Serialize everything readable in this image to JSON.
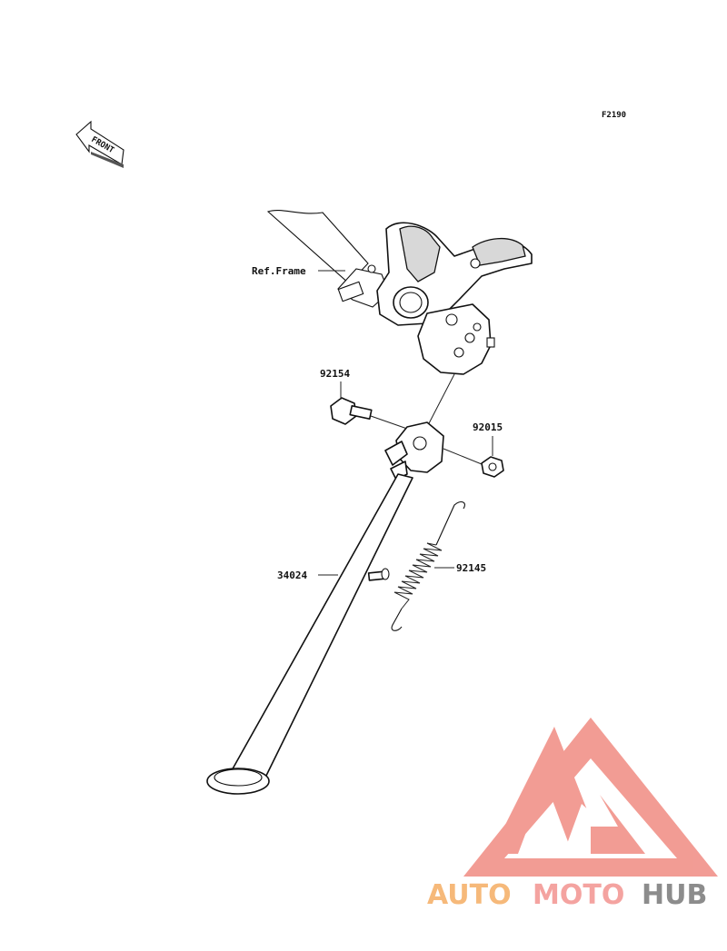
{
  "diagram": {
    "figure_code": "F2190",
    "front_arrow_label": "FRONT",
    "ref_label": "Ref.Frame",
    "parts": [
      {
        "number": "92154"
      },
      {
        "number": "92015"
      },
      {
        "number": "34024"
      },
      {
        "number": "92145"
      }
    ]
  },
  "watermark": {
    "text_part1": "AUTO",
    "text_part2": "MOTO",
    "text_part3": "HUB",
    "colors": {
      "part1": "#f6b97a",
      "part2": "#f4a3a0",
      "part3": "#8c8c8c",
      "logo": "#f08b82"
    }
  }
}
